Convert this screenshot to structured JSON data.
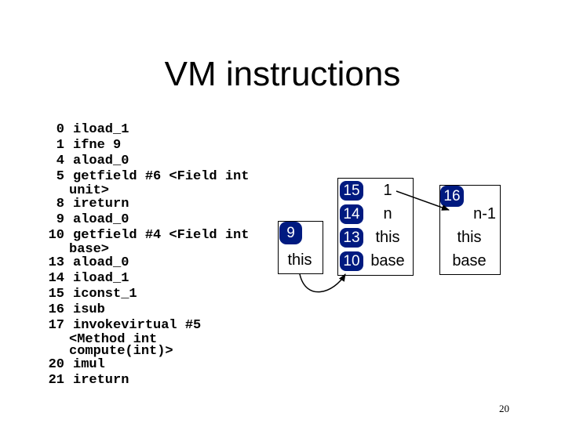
{
  "title": "VM instructions",
  "bytecode": [
    {
      "offset": "0",
      "instr": "iload_1"
    },
    {
      "offset": "1",
      "instr": "ifne 9"
    },
    {
      "offset": "4",
      "instr": "aload_0"
    },
    {
      "offset": "5",
      "instr": "getfield #6 <Field int"
    },
    {
      "offset": "",
      "instr": "unit>"
    },
    {
      "offset": "8",
      "instr": "ireturn"
    },
    {
      "offset": "9",
      "instr": "aload_0"
    },
    {
      "offset": "10",
      "instr": "getfield #4 <Field int"
    },
    {
      "offset": "",
      "instr": "base>"
    },
    {
      "offset": "13",
      "instr": "aload_0"
    },
    {
      "offset": "14",
      "instr": "iload_1"
    },
    {
      "offset": "15",
      "instr": "iconst_1"
    },
    {
      "offset": "16",
      "instr": "isub"
    },
    {
      "offset": "17",
      "instr": "invokevirtual #5"
    },
    {
      "offset": "",
      "instr": "<Method int"
    },
    {
      "offset": "",
      "instr": "compute(int)>"
    },
    {
      "offset": "20",
      "instr": "imul"
    },
    {
      "offset": "21",
      "instr": "ireturn"
    }
  ],
  "frame1": {
    "pc": "9",
    "slots": [
      "this"
    ]
  },
  "frame2": {
    "rows": [
      {
        "pc": "15",
        "value": "1"
      },
      {
        "pc": "14",
        "value": "n"
      },
      {
        "pc": "13",
        "value": "this"
      },
      {
        "pc": "10",
        "value": "base"
      }
    ]
  },
  "frame3": {
    "pc": "16",
    "slots": [
      "n-1",
      "this",
      "base"
    ]
  },
  "page_number": "20"
}
